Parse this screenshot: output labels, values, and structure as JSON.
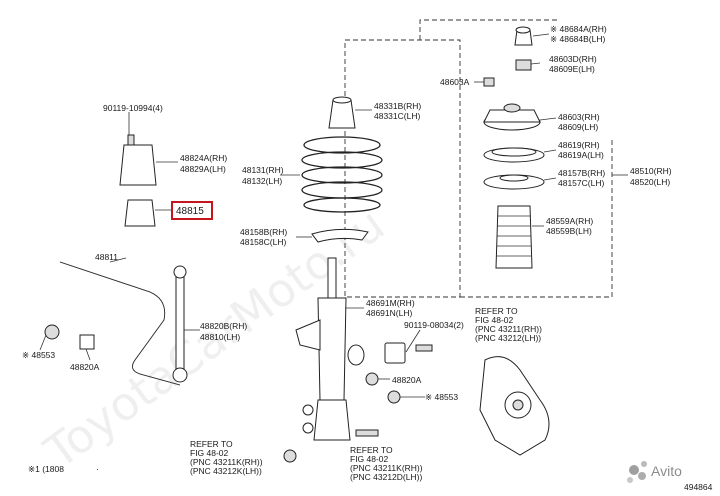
{
  "labels": {
    "b48684": "※ 48684A(RH)",
    "b48684b": "※ 48684B(LH)",
    "p48603d": "48603D(RH)",
    "p48609e": "48609E(LH)",
    "p48603a": "48603A",
    "p48331b": "48331B(RH)",
    "p48331c": "48331C(LH)",
    "p48603": "48603(RH)",
    "p48609": "48609(LH)",
    "p90119a": "90119-10994(4)",
    "p48824a": "48824A(RH)",
    "p48829a": "48829A(LH)",
    "p48131": "48131(RH)",
    "p48132": "48132(LH)",
    "p48619": "48619(RH)",
    "p48619a": "48619A(LH)",
    "p48510": "48510(RH)",
    "p48520": "48520(LH)",
    "p48157b": "48157B(RH)",
    "p48157c": "48157C(LH)",
    "p48815": "48815",
    "p48559a": "48559A(RH)",
    "p48559b": "48559B(LH)",
    "p48158b": "48158B(RH)",
    "p48158c": "48158C(LH)",
    "p48811": "48811",
    "p48691m": "48691M(RH)",
    "p48691n": "48691N(LH)",
    "ref1a": "REFER TO",
    "ref1b": "FIG 48-02",
    "ref1c": "(PNC 43211(RH))",
    "ref1d": "(PNC 43212(LH))",
    "p90119b": "90119-08034(2)",
    "p48820b": "48820B(RH)",
    "p48810": "48810(LH)",
    "p48553a": "※ 48553",
    "p48820a_l": "48820A",
    "p48820a_r": "48820A",
    "p48553b": "※ 48553",
    "ref2a": "REFER TO",
    "ref2b": "FIG 48-02",
    "ref2c": "(PNC 43211K(RH))",
    "ref2d": "(PNC 43212K(LH))",
    "ref3a": "REFER TO",
    "ref3b": "FIG 48-02",
    "ref3c": "(PNC 43211K(RH))",
    "ref3d": "(PNC 43212D(LH))",
    "footer_left": "※1 (1808",
    "footer_right": "494864"
  },
  "watermark": "ToyotaCarMoto.ru",
  "brand": "Avito",
  "colors": {
    "highlight": "#c4161c"
  }
}
